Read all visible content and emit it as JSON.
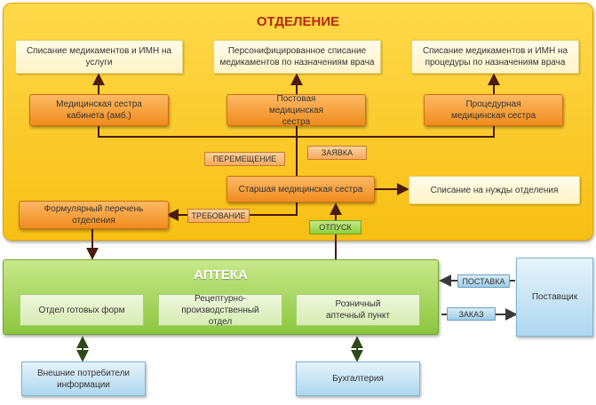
{
  "department": {
    "title": "ОТДЕЛЕНИЕ",
    "writeoffs": {
      "services": "Списание медикаментов и ИМН на услуги",
      "personal": "Персонифицированное списание медикаментов по назначениям врача",
      "procedures": "Списание медикаментов и ИМН на процедуры по назначениям врача"
    },
    "nurses": {
      "cabinet": "Медицинская сестра кабинета (амб.)",
      "ward": "Постовая медицинская сестра",
      "procedural": "Процедурная медицинская сестра"
    },
    "head_nurse": "Старшая медицинская сестра",
    "dept_needs": "Списание на нужды отделения",
    "formulary": "Формулярный перечень отделения",
    "tags": {
      "transfer": "ПЕРЕМЕЩЕНИЕ",
      "request": "ЗАЯВКА",
      "requirement": "ТРЕБОВАНИЕ",
      "release": "ОТПУСК"
    }
  },
  "pharmacy": {
    "title": "АПТЕКА",
    "units": {
      "ready_forms": "Отдел готовых форм",
      "prescription": "Рецептурно-производственный отдел",
      "retail": "Розничный аптечный пункт"
    }
  },
  "supplier": {
    "label": "Поставщик",
    "supply_tag": "ПОСТАВКА",
    "order_tag": "ЗАКАЗ"
  },
  "external": {
    "consumers": "Внешние потребители информации",
    "accounting": "Бухгалтерия"
  },
  "colors": {
    "department_bg": "#f9c928",
    "pharmacy_bg": "#9fd050",
    "nurse_box": "#f5a03a",
    "connector_brown": "#4a1b10",
    "connector_dark": "#3a3a3a",
    "title_red": "#b22b10"
  }
}
